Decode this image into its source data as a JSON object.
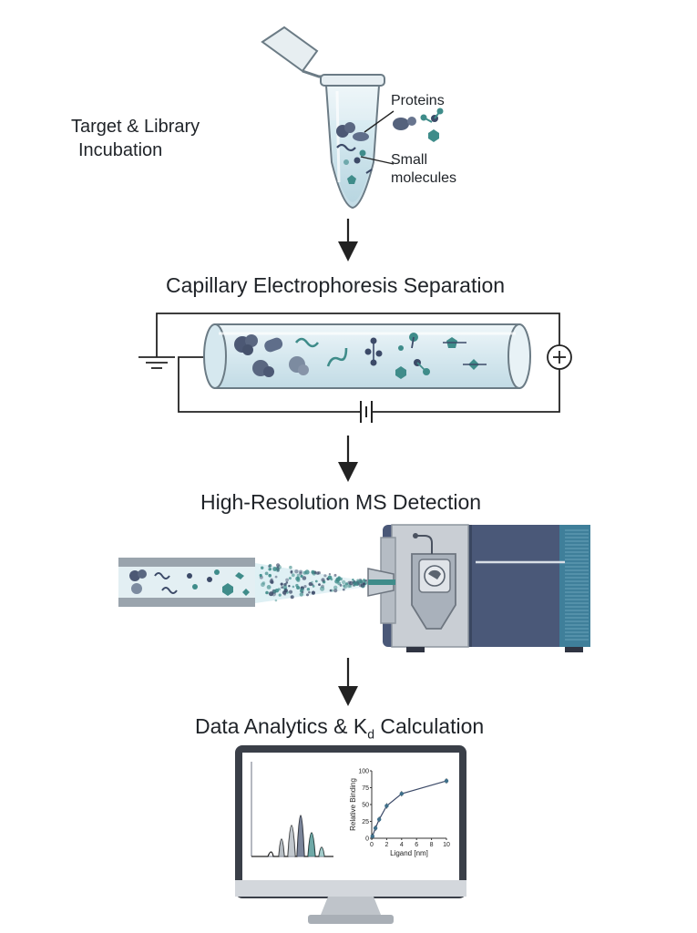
{
  "steps": {
    "incubation": {
      "title_line1": "Target & Library",
      "title_line2": "Incubation",
      "label_proteins": "Proteins",
      "label_small_1": "Small",
      "label_small_2": "molecules"
    },
    "separation": {
      "title": "Capillary Electrophoresis Separation"
    },
    "detection": {
      "title": "High-Resolution MS Detection"
    },
    "analytics": {
      "title_prefix": "Data Analytics & K",
      "title_sub": "d",
      "title_suffix": " Calculation"
    }
  },
  "chart_data": {
    "type": "scatter",
    "xlabel": "Ligand [nm]",
    "ylabel": "Relative Binding",
    "xlim": [
      0,
      10
    ],
    "ylim": [
      0,
      100
    ],
    "x_ticks": [
      0,
      2,
      4,
      6,
      8,
      10
    ],
    "y_ticks": [
      0,
      25,
      50,
      75,
      100
    ],
    "points": [
      {
        "x": 0.1,
        "y": 3
      },
      {
        "x": 0.5,
        "y": 15
      },
      {
        "x": 1,
        "y": 28
      },
      {
        "x": 2,
        "y": 48
      },
      {
        "x": 4,
        "y": 66
      },
      {
        "x": 10,
        "y": 85
      }
    ]
  },
  "colors": {
    "ink": "#1f2328",
    "teal": "#3f8c8a",
    "navy": "#3c4a68",
    "tube": "#cfe4ec"
  }
}
